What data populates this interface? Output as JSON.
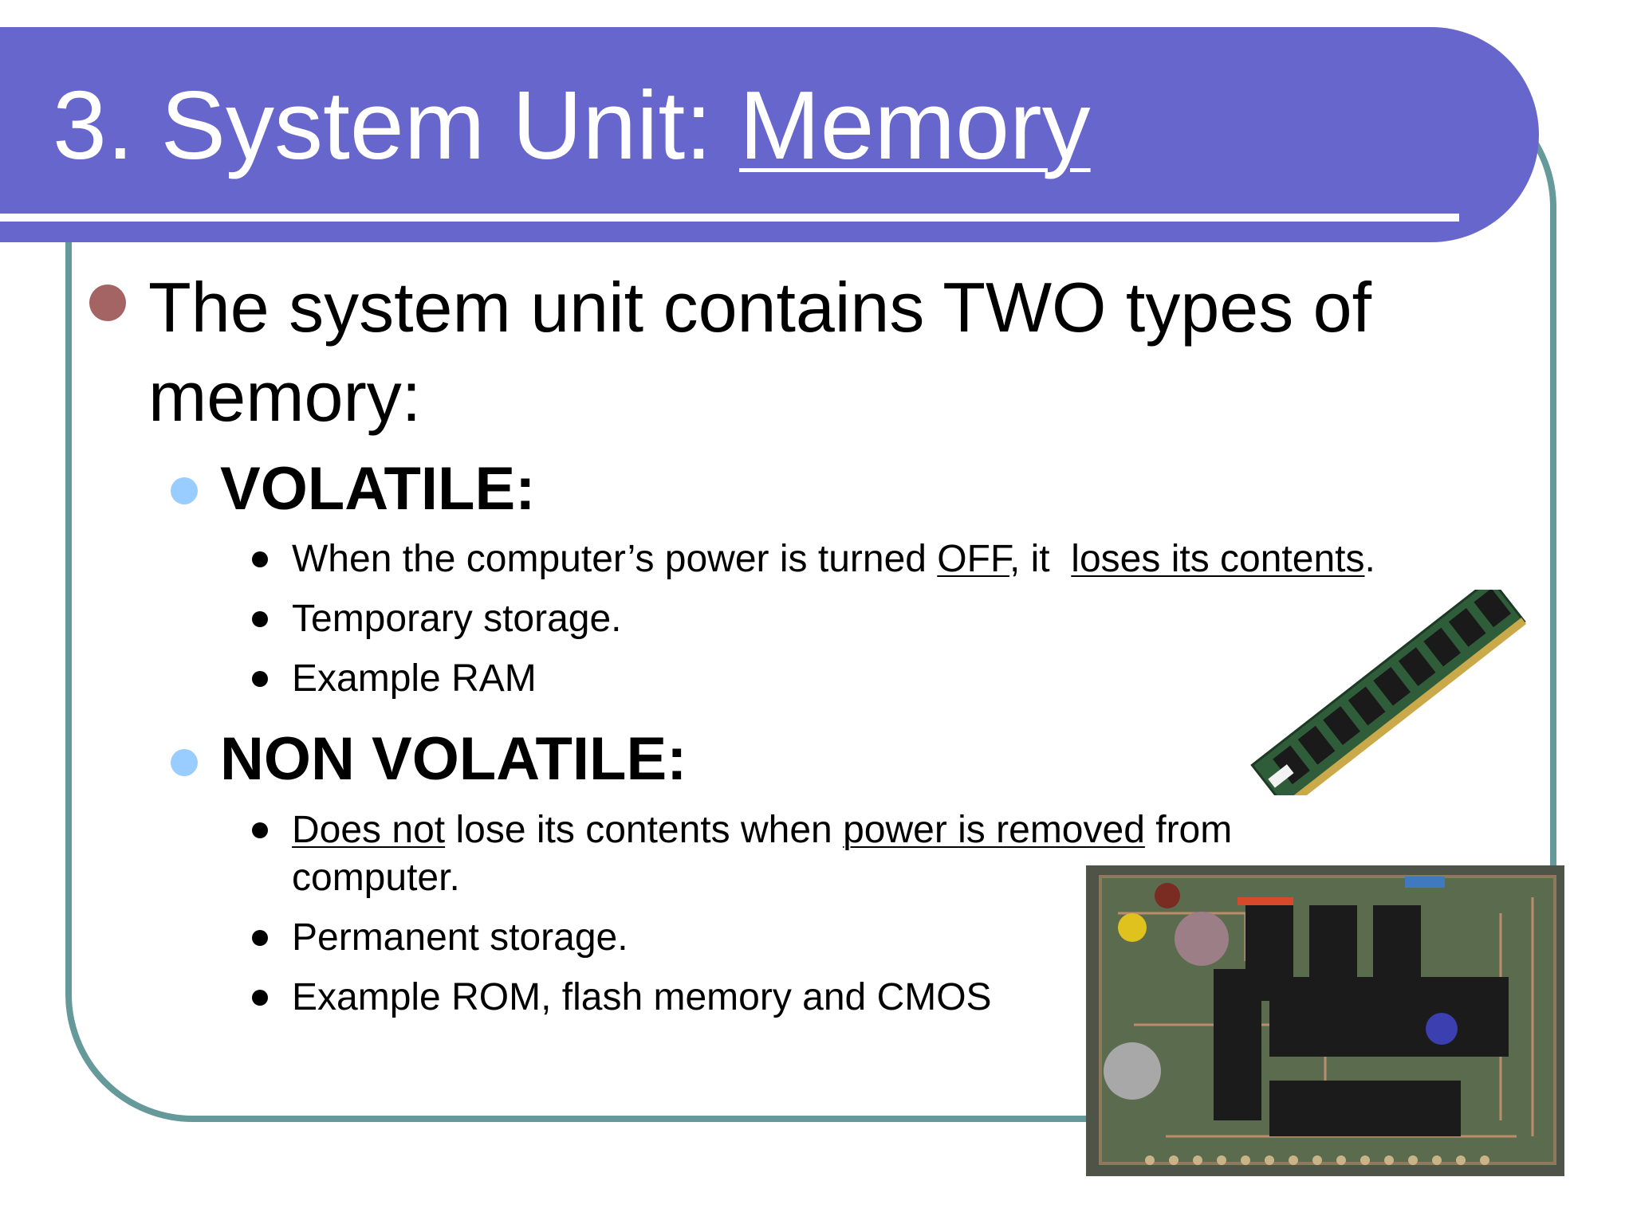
{
  "title": {
    "prefix": "3. System Unit: ",
    "highlight": "Memory"
  },
  "intro": "The system unit contains TWO types of memory:",
  "sections": [
    {
      "heading": "VOLATILE:",
      "items": [
        {
          "parts": [
            {
              "text": "When the computer’s power is turned ",
              "u": false
            },
            {
              "text": "OFF",
              "u": true
            },
            {
              "text": ", it  ",
              "u": false
            },
            {
              "text": "loses its contents",
              "u": true
            },
            {
              "text": ".",
              "u": false
            }
          ]
        },
        {
          "parts": [
            {
              "text": "Temporary storage.",
              "u": false
            }
          ]
        },
        {
          "parts": [
            {
              "text": "Example RAM",
              "u": false
            }
          ]
        }
      ]
    },
    {
      "heading": "NON VOLATILE:",
      "items": [
        {
          "parts": [
            {
              "text": "Does not",
              "u": true
            },
            {
              "text": " lose its contents when ",
              "u": false
            },
            {
              "text": "power is removed",
              "u": true
            },
            {
              "text": " from",
              "u": false
            }
          ],
          "continuation": "computer."
        },
        {
          "parts": [
            {
              "text": "Permanent storage.",
              "u": false
            }
          ]
        },
        {
          "parts": [
            {
              "text": "Example ROM, flash memory and CMOS",
              "u": false
            }
          ]
        }
      ]
    }
  ],
  "images": [
    {
      "name": "ram-module-photo",
      "icon": "ram-stick"
    },
    {
      "name": "rom-circuit-board-photo",
      "icon": "circuit-board"
    }
  ],
  "colors": {
    "title_bar": "#6666cc",
    "frame_border": "#669999",
    "level1_bullet": "#a56464",
    "level2_bullet": "#99ccff"
  }
}
